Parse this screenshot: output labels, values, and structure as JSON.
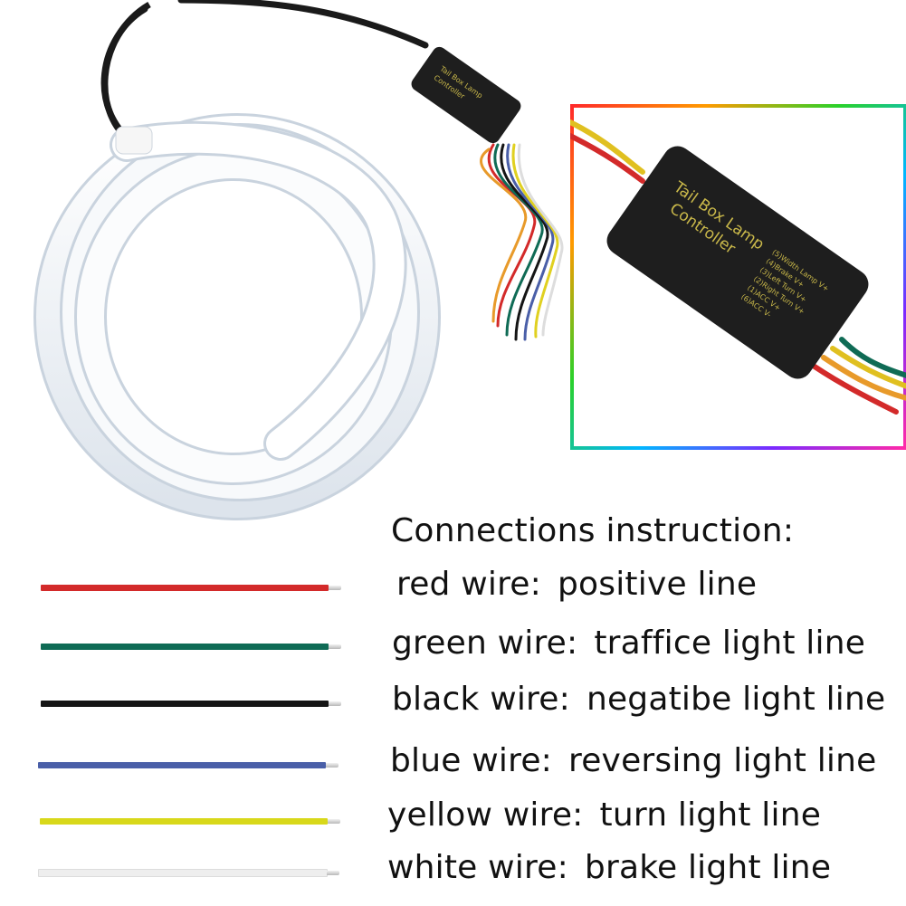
{
  "controller": {
    "label": "Tail Box Lamp Controller",
    "label_line1": "Tail Box Lamp",
    "label_line2": "Controller",
    "pins": [
      "(5)Width Lamp V+",
      "(4)Brake V+",
      "(3)Left Turn V+",
      "(2)Right Turn V+",
      "(1)ACC V+",
      "(6)ACC V-"
    ]
  },
  "connections": {
    "title": "Connections instruction:",
    "items": [
      {
        "wire": "red wire:",
        "role": "positive line",
        "color": "#d32a2a"
      },
      {
        "wire": "green wire:",
        "role": "traffice light line",
        "color": "#0f6b55"
      },
      {
        "wire": "black wire:",
        "role": "negatibe light line",
        "color": "#151515"
      },
      {
        "wire": "blue wire:",
        "role": "reversing light line",
        "color": "#4a5fa8"
      },
      {
        "wire": "yellow wire:",
        "role": "turn light line",
        "color": "#d8d81a"
      },
      {
        "wire": "white wire:",
        "role": "brake light line",
        "color": "#eeeeee"
      }
    ]
  },
  "colors": {
    "inset_border": "rainbow",
    "controller_body": "#1e1e1e",
    "controller_text": "#c9b84a",
    "strip": "#f4f6f8"
  }
}
